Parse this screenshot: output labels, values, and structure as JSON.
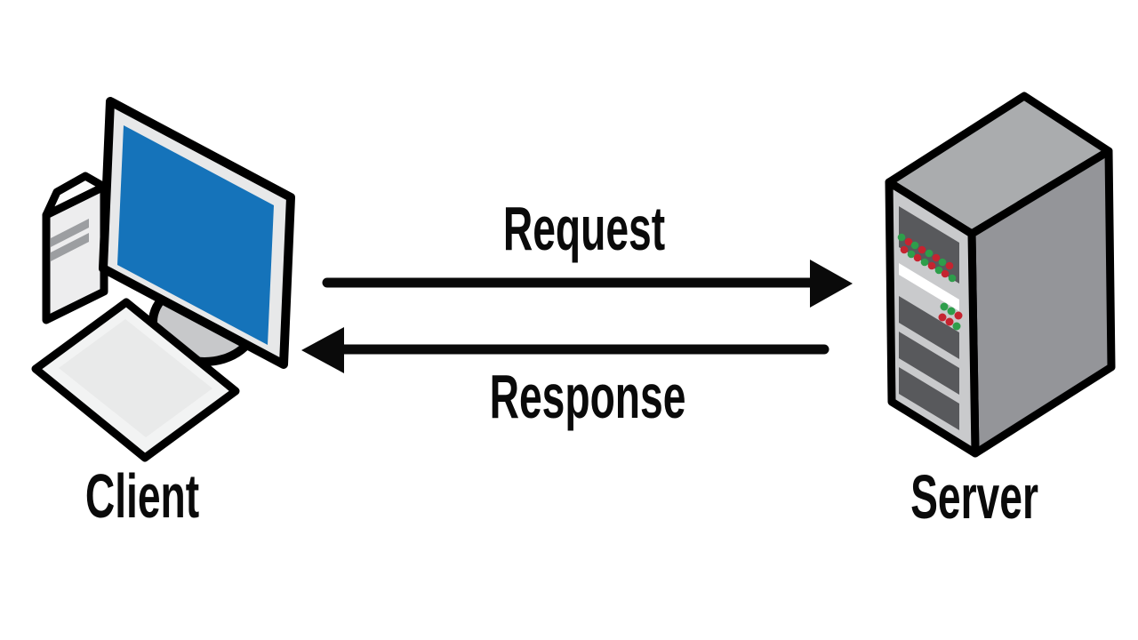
{
  "diagram": {
    "type": "client-server-communication",
    "nodes": [
      {
        "id": "client",
        "label": "Client",
        "icon": "desktop-computer-icon"
      },
      {
        "id": "server",
        "label": "Server",
        "icon": "server-tower-icon"
      }
    ],
    "edges": [
      {
        "id": "request",
        "label": "Request",
        "from": "client",
        "to": "server",
        "direction": "right"
      },
      {
        "id": "response",
        "label": "Response",
        "from": "server",
        "to": "client",
        "direction": "left"
      }
    ],
    "colors": {
      "background": "#ffffff",
      "outline": "#000000",
      "screen_blue": "#1573ba",
      "led_green": "#2e9e4b",
      "led_red": "#c52430"
    }
  }
}
